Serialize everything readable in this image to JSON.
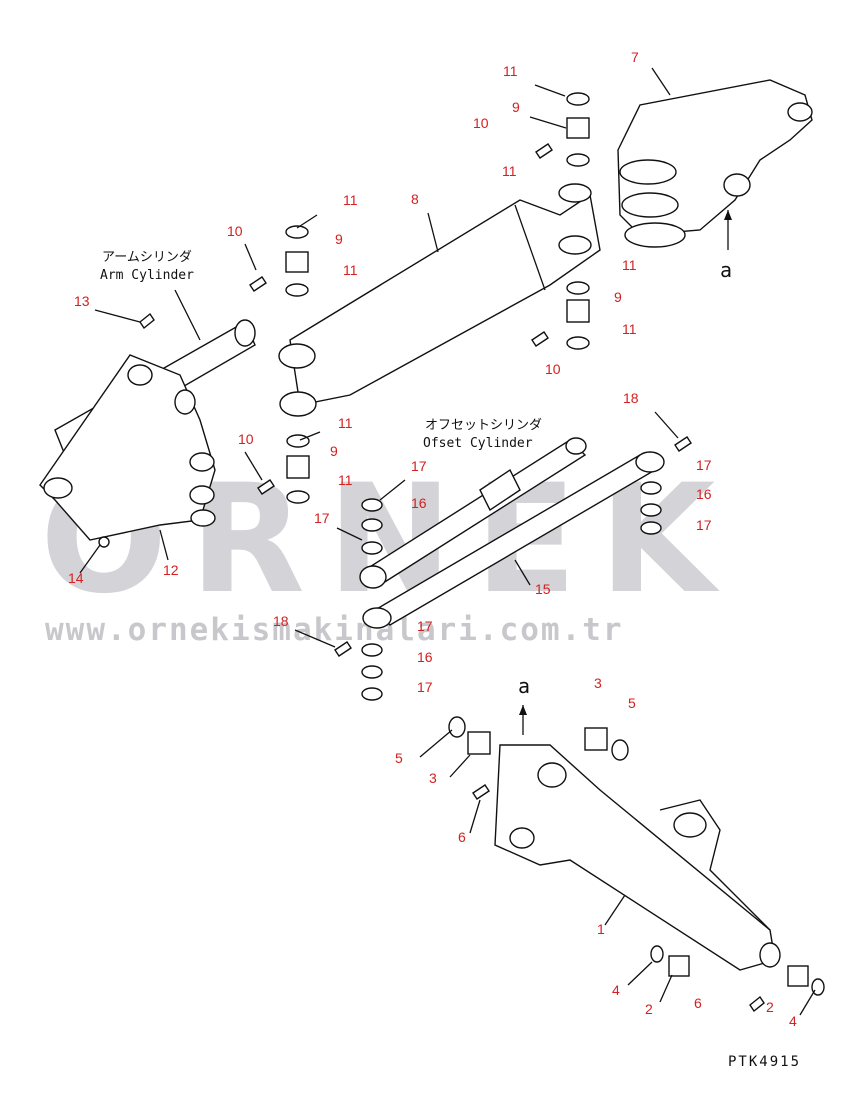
{
  "watermark": {
    "brand": "ORNEK",
    "url": "www.ornekismakinalari.com.tr"
  },
  "labels": {
    "arm_cylinder_jp": "アームシリンダ",
    "arm_cylinder_en": "Arm Cylinder",
    "offset_cylinder_jp": "オフセットシリンダ",
    "offset_cylinder_en": "Ofset Cylinder",
    "view_arrow": "a",
    "view_arrow_2": "a",
    "drawing_code": "PTK4915"
  },
  "callouts": [
    "11",
    "9",
    "10",
    "11",
    "7",
    "8",
    "10",
    "11",
    "9",
    "11",
    "11",
    "9",
    "11",
    "10",
    "13",
    "18",
    "11",
    "10",
    "9",
    "11",
    "17",
    "16",
    "17",
    "17",
    "16",
    "17",
    "14",
    "12",
    "15",
    "18",
    "17",
    "16",
    "17",
    "3",
    "5",
    "5",
    "3",
    "6",
    "1",
    "4",
    "2",
    "6",
    "2",
    "4"
  ],
  "colors": {
    "callout": "#d42020",
    "line": "#111111",
    "watermark": "#d4d4d8"
  }
}
